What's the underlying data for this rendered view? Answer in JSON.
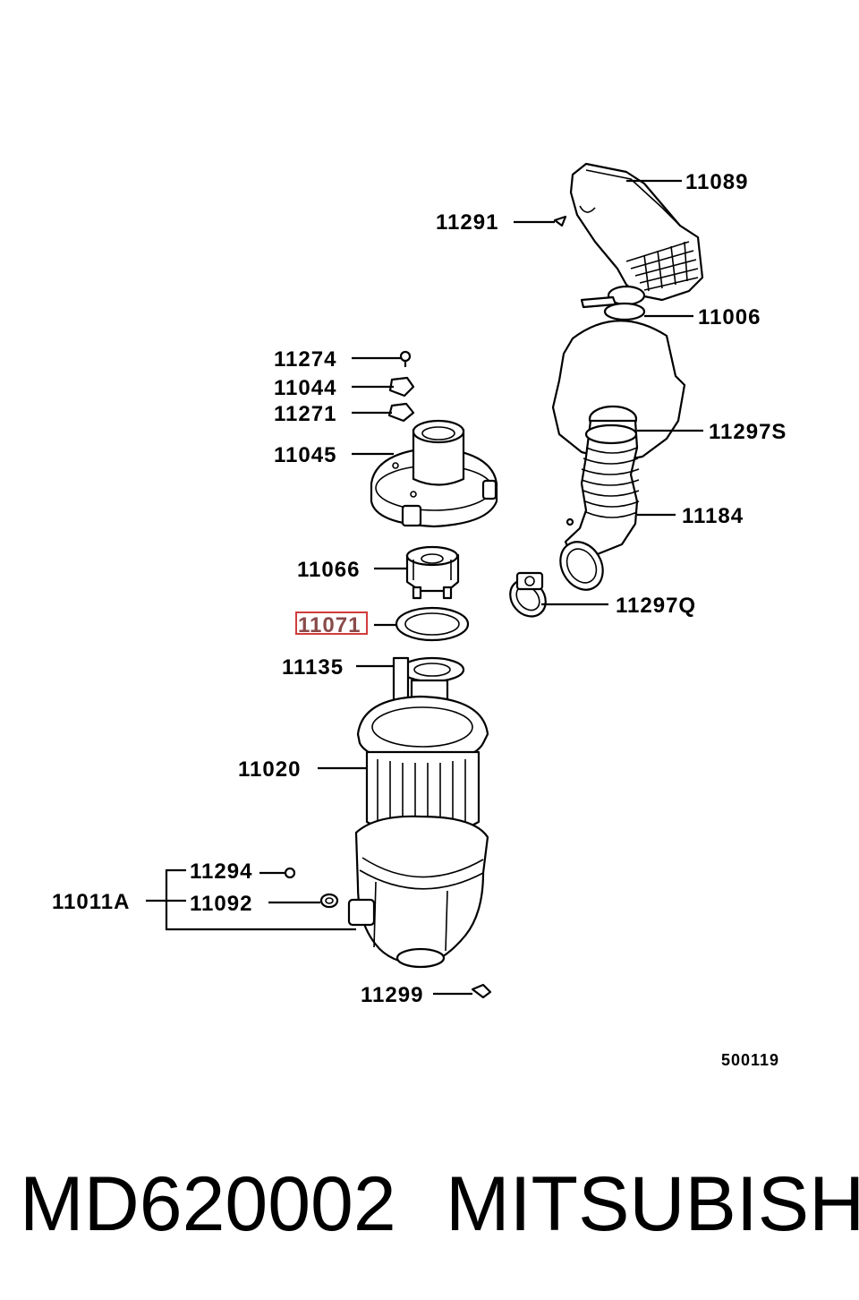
{
  "diagram": {
    "labels": [
      {
        "id": "11089",
        "text": "11089"
      },
      {
        "id": "11291",
        "text": "11291"
      },
      {
        "id": "11006",
        "text": "11006"
      },
      {
        "id": "11274",
        "text": "11274"
      },
      {
        "id": "11044",
        "text": "11044"
      },
      {
        "id": "11271",
        "text": "11271"
      },
      {
        "id": "11297S",
        "text": "11297S"
      },
      {
        "id": "11045",
        "text": "11045"
      },
      {
        "id": "11184",
        "text": "11184"
      },
      {
        "id": "11066",
        "text": "11066"
      },
      {
        "id": "11297Q",
        "text": "11297Q"
      },
      {
        "id": "11071",
        "text": "11071"
      },
      {
        "id": "11135",
        "text": "11135"
      },
      {
        "id": "11020",
        "text": "11020"
      },
      {
        "id": "11294",
        "text": "11294"
      },
      {
        "id": "11011A",
        "text": "11011A"
      },
      {
        "id": "11092",
        "text": "11092"
      },
      {
        "id": "11299",
        "text": "11299"
      }
    ],
    "highlighted_label": "11071",
    "highlight_color": "#d23b3b",
    "figure_code": "500119"
  },
  "footer": {
    "part_number": "MD620002",
    "brand": "MITSUBISHI"
  }
}
